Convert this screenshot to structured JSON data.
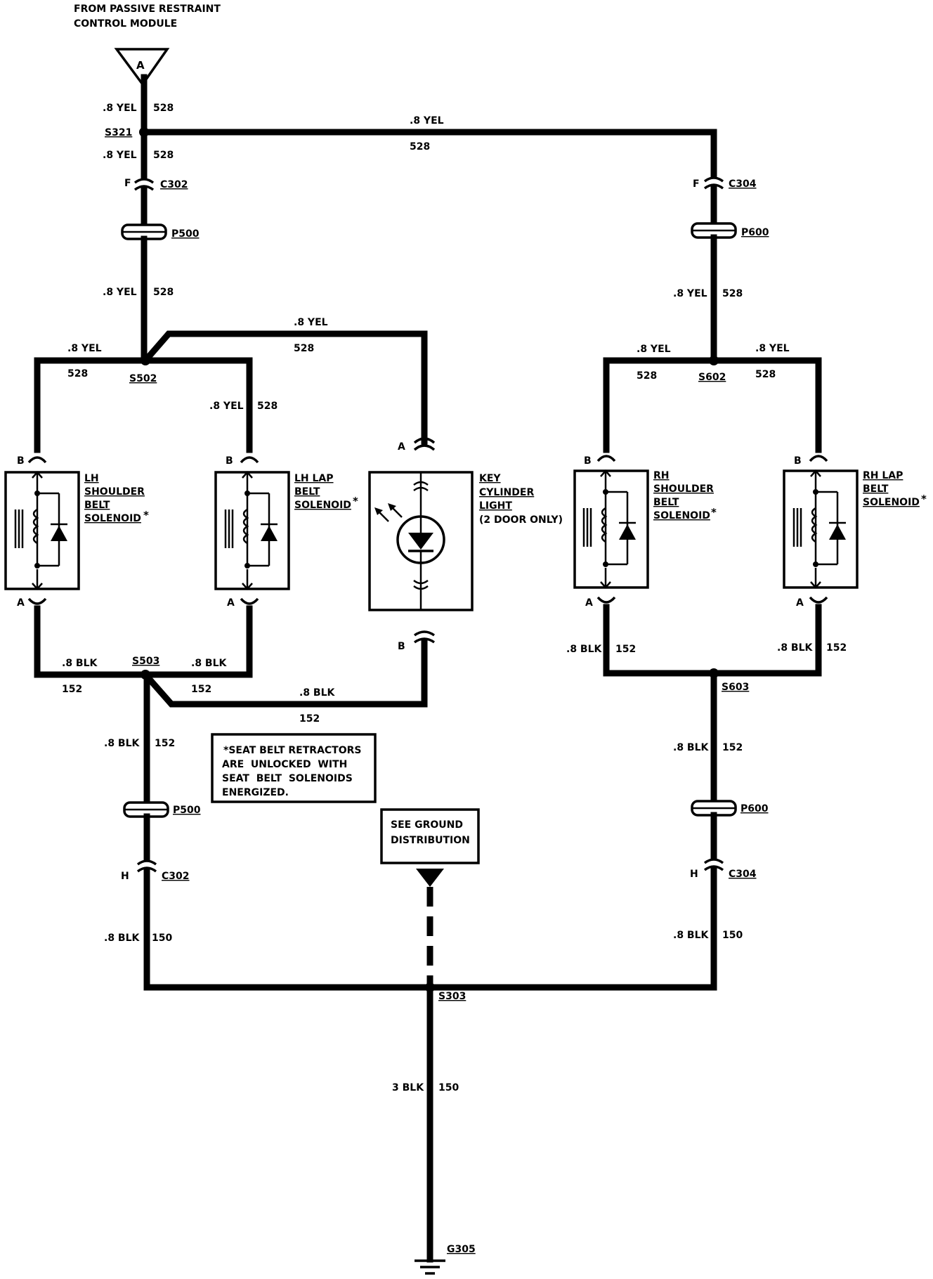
{
  "source": {
    "lines": [
      "FROM PASSIVE RESTRAINT",
      "CONTROL MODULE"
    ],
    "terminal": "A"
  },
  "splices": {
    "s321": "S321",
    "s502": "S502",
    "s503": "S503",
    "s602": "S602",
    "s603": "S603",
    "s303": "S303"
  },
  "connectors": {
    "c302": "C302",
    "c304": "C304",
    "p500": "P500",
    "p600": "P600",
    "pin_f": "F",
    "pin_h": "H",
    "pin_a": "A",
    "pin_b": "B"
  },
  "wires": {
    "yel": ".8 YEL",
    "yel_circuit": "528",
    "blk": ".8 BLK",
    "blk_circuit_152": "152",
    "blk_circuit_150": "150",
    "ground_wire": "3 BLK",
    "ground_circuit": "150"
  },
  "components": {
    "lh_shoulder": [
      "LH",
      "SHOULDER",
      "BELT",
      "SOLENOID"
    ],
    "lh_lap": [
      "LH LAP",
      "BELT",
      "SOLENOID"
    ],
    "key_light": [
      "KEY",
      "CYLINDER",
      "LIGHT",
      "(2 DOOR ONLY)"
    ],
    "rh_shoulder": [
      "RH",
      "SHOULDER",
      "BELT",
      "SOLENOID"
    ],
    "rh_lap": [
      "RH LAP",
      "BELT",
      "SOLENOID"
    ],
    "asterisk": "*"
  },
  "note": {
    "lines": [
      "*SEAT BELT RETRACTORS",
      "ARE  UNLOCKED  WITH",
      "SEAT  BELT  SOLENOIDS",
      "ENERGIZED."
    ]
  },
  "ground_dist": {
    "lines": [
      "SEE GROUND",
      "DISTRIBUTION"
    ]
  },
  "ground": "G305"
}
